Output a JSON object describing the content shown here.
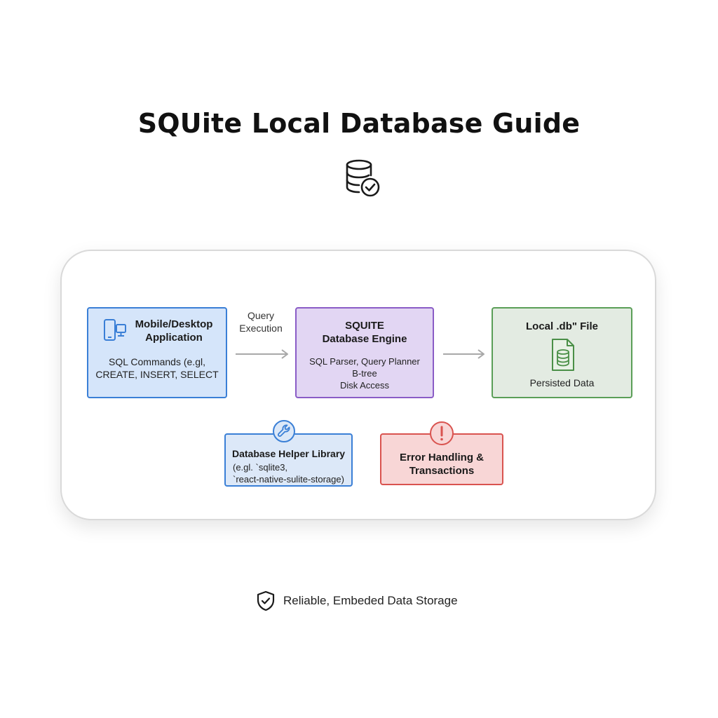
{
  "title": "SQUite Local Database Guide",
  "app_box": {
    "heading_line1": "Mobile/Desktop",
    "heading_line2": "Application",
    "body_line1": "SQL Commands (e.gl,",
    "body_line2": "CREATE, INSERT, SELECT"
  },
  "flow_label": {
    "line1": "Query",
    "line2": "Execution"
  },
  "engine_box": {
    "heading_line1": "SQUITE",
    "heading_line2": "Database Engine",
    "body_line1": "SQL Parser, Query Planner",
    "body_line2": "B-tree",
    "body_line3": "Disk Access"
  },
  "file_box": {
    "heading": "Local .db\" File",
    "body": "Persisted Data"
  },
  "helper_box": {
    "heading": "Database Helper Library",
    "body_line1": "(e.gl. `sqlite3,",
    "body_line2": "`react-native-sulite-storage)"
  },
  "error_box": {
    "heading_line1": "Error Handling &",
    "heading_line2": "Transactions"
  },
  "footer": {
    "text": "Reliable, Embeded Data Storage"
  },
  "colors": {
    "app_blue": "#3a7fd6",
    "engine_purple": "#8a5cc6",
    "file_green": "#5a9e57",
    "error_red": "#d9534f"
  },
  "icons": [
    "database-check-icon",
    "devices-icon",
    "db-file-icon",
    "wrench-icon",
    "alert-icon",
    "shield-check-icon"
  ]
}
